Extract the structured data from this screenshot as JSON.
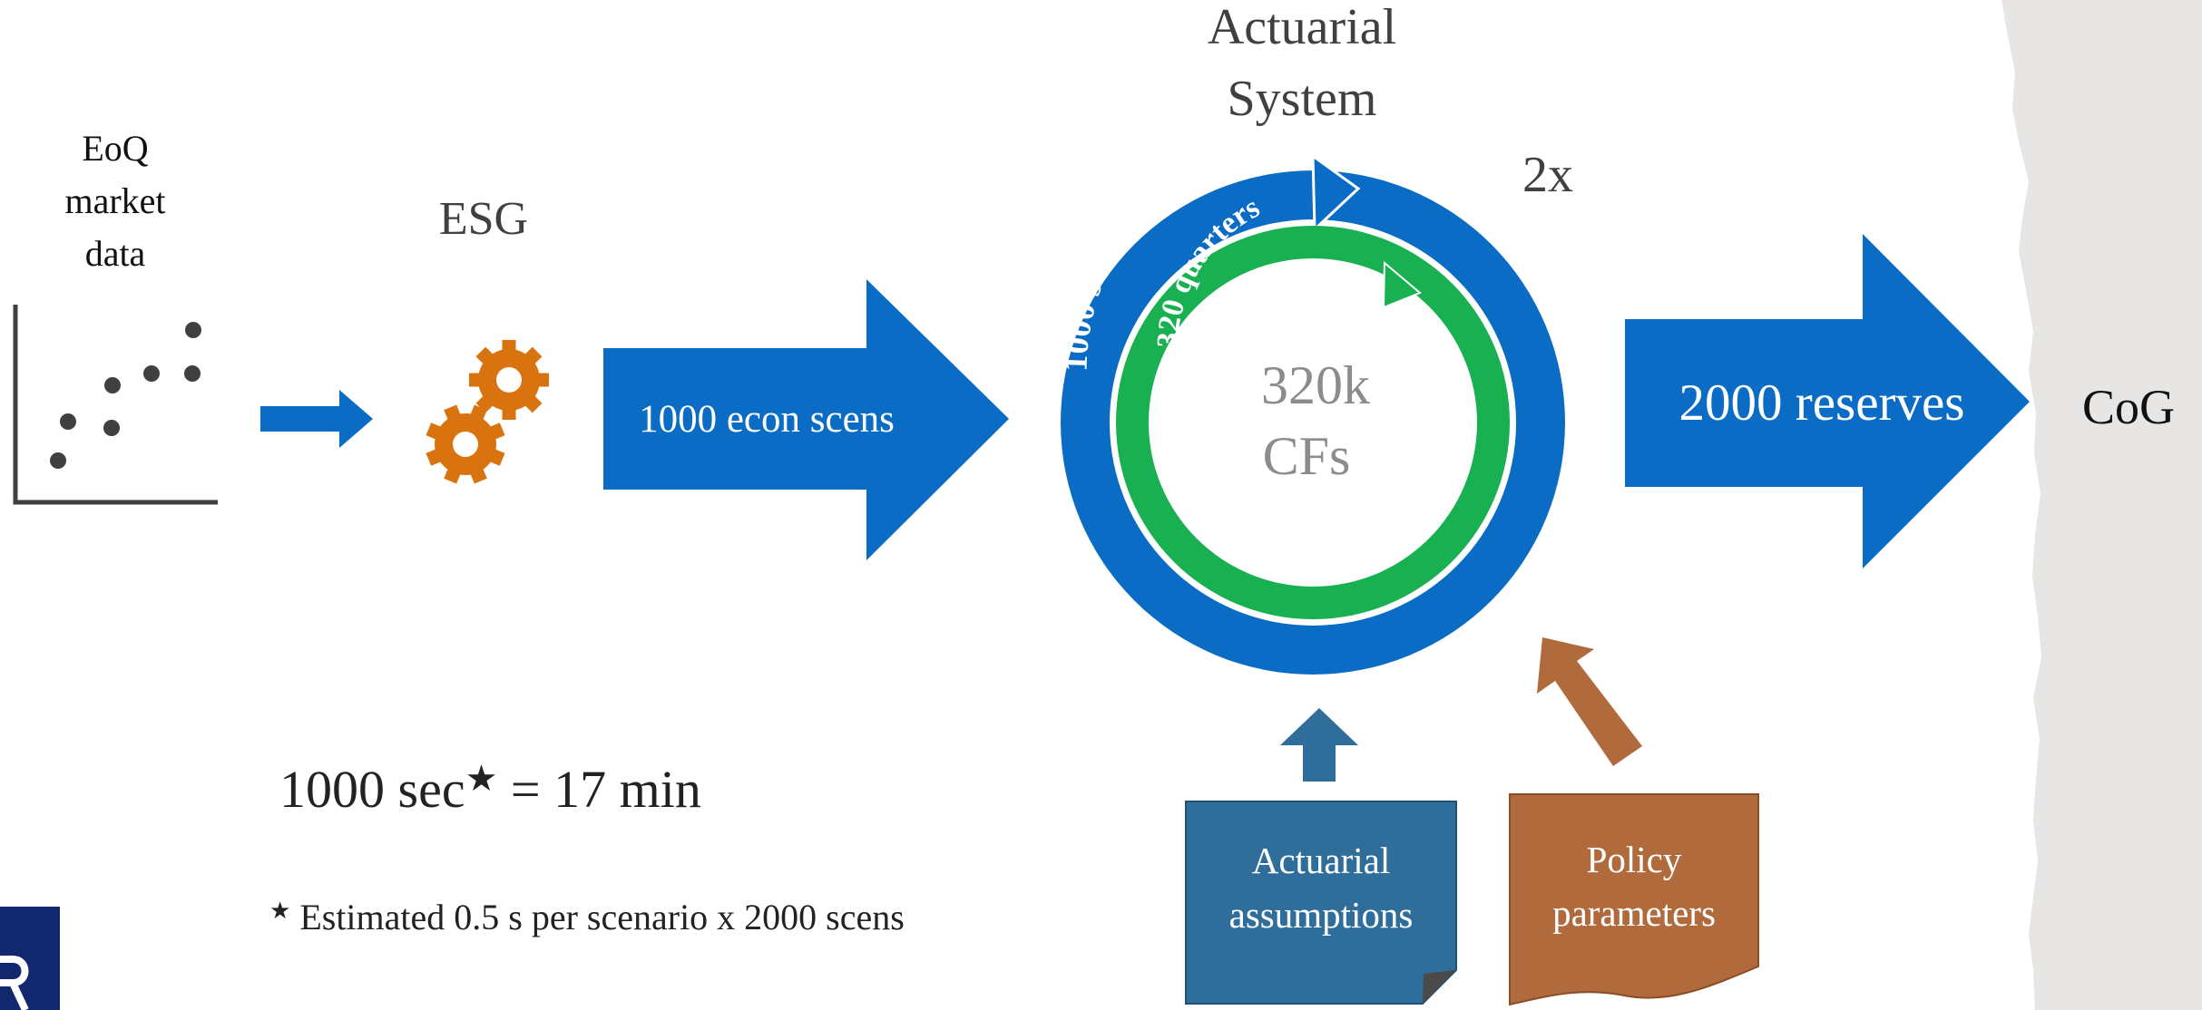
{
  "inputs": {
    "market_data_lines": [
      "EoQ",
      "market",
      "data"
    ],
    "esg_label": "ESG"
  },
  "flow": {
    "econ_scens_label": "1000 econ scens",
    "reserves_label": "2000 reserves",
    "cog_label": "CoG"
  },
  "actuarial_system": {
    "title_lines": [
      "Actuarial",
      "System"
    ],
    "repeat_label": "2x",
    "outer_ring_label": "1000 scenarios",
    "inner_ring_label": "320 quarters",
    "center_lines": [
      "320k",
      "CFs"
    ]
  },
  "documents": {
    "assumptions_lines": [
      "Actuarial",
      "assumptions"
    ],
    "policy_lines": [
      "Policy",
      "parameters"
    ]
  },
  "timing": {
    "equation_prefix": "1000 sec",
    "star": "★",
    "equation_suffix": " = 17 min",
    "footnote_star": "★",
    "footnote_text": " Estimated 0.5 s per scenario x 2000 scens"
  },
  "colors": {
    "blue": "#0a6cc4",
    "green": "#18b050",
    "orange": "#d9730f",
    "steel_blue": "#2f6e9b",
    "brown": "#b06a3c",
    "dark_gray": "#404040",
    "light_gray": "#8c8c8c",
    "paper_gray": "#e7e6e4",
    "navy": "#12286e"
  },
  "icons": {
    "scatter": "scatter-plot-icon",
    "gears": "gears-icon",
    "logo": "logo-icon"
  }
}
